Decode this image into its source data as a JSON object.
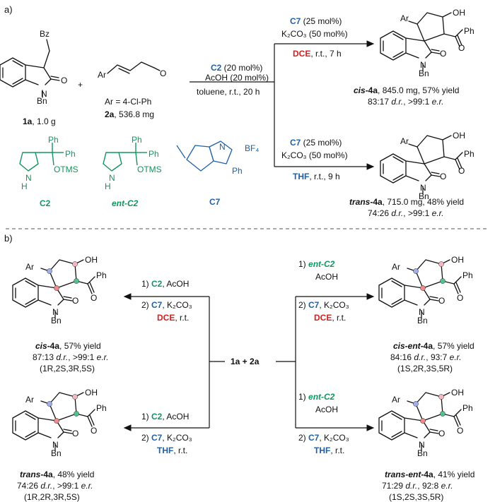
{
  "part_a": {
    "label": "a)",
    "reactant1": {
      "sub": "Bz",
      "id": "1a",
      "amount": ", 1.0 g"
    },
    "plus": "+",
    "reactant2": {
      "sub": "Ar",
      "ar_def": "Ar = 4-Cl-Ph",
      "id": "2a",
      "amount": ", 536.8 mg"
    },
    "step1": {
      "cat": "C2",
      "cat_amt": " (20 mol%)",
      "line2": "AcOH (20 mol%)",
      "line3": "toluene, r.t., 20 h"
    },
    "upper": {
      "cat": "C7",
      "cat_amt": " (25 mol%)",
      "base": "K₂CO₃ (50 mol%)",
      "solvent": "DCE",
      "cond": ", r.t., 7 h",
      "product_prefix": "cis",
      "product_id": "-4a",
      "result": ", 845.0 mg, 57% yield",
      "dr": "83:17",
      "er": ">99:1"
    },
    "lower": {
      "cat": "C7",
      "cat_amt": " (25 mol%)",
      "base": "K₂CO₃ (50 mol%)",
      "solvent": "THF",
      "cond": ", r.t., 9 h",
      "product_prefix": "trans",
      "product_id": "-4a",
      "result": ", 715.0 mg, 48% yield",
      "dr": "74:26",
      "er": ">99:1"
    },
    "catalysts": [
      {
        "name": "C2",
        "ph1": "Ph",
        "ph2": "Ph",
        "otms": "OTMS",
        "nh": "H"
      },
      {
        "name": "ent-C2",
        "ph1": "Ph",
        "ph2": "Ph",
        "otms": "OTMS",
        "nh": "H"
      },
      {
        "name": "C7",
        "bf4": "BF₄",
        "ph": "Ph"
      }
    ],
    "dr_label": "d.r.",
    "er_label": "e.r."
  },
  "part_b": {
    "label": "b)",
    "center": "1a + 2a",
    "ul": {
      "cond1": "1) ",
      "cat1": "C2",
      "cond1b": ", AcOH",
      "cond2": "2) ",
      "cat2": "C7",
      "cond2b": ", K₂CO₃",
      "solvent": "DCE",
      "solvent_tail": ", r.t.",
      "prefix": "cis",
      "id": "-4a",
      "yield": ", 57% yield",
      "dr": "87:13",
      "er": ">99:1",
      "config": "(1R,2S,3R,5S)"
    },
    "ll": {
      "cond1": "1) ",
      "cat1": "C2",
      "cond1b": ", AcOH",
      "cond2": "2) ",
      "cat2": "C7",
      "cond2b": ", K₂CO₃",
      "solvent": "THF",
      "solvent_tail": ", r.t.",
      "prefix": "trans",
      "id": "-4a",
      "yield": ",  48% yield",
      "dr": "74:26",
      "er": ">99:1",
      "config": "(1R,2R,3R,5S)"
    },
    "ur": {
      "cond1": "1) ",
      "cat1": "ent-C2",
      "cond1b": "AcOH",
      "cond2": "2) ",
      "cat2": "C7",
      "cond2b": ", K₂CO₃",
      "solvent": "DCE",
      "solvent_tail": ", r.t.",
      "prefix": "cis-ent",
      "id": "-4a",
      "yield": ", 57% yield",
      "dr": "84:16",
      "er": "93:7",
      "config": "(1S,2R,3S,5R)"
    },
    "lr": {
      "cond1": "1) ",
      "cat1": "ent-C2",
      "cond1b": "AcOH",
      "cond2": "2) ",
      "cat2": "C7",
      "cond2b": ", K₂CO₃",
      "solvent": "THF",
      "solvent_tail": ", r.t.",
      "prefix": "trans-ent",
      "id": "-4a",
      "yield": ", 41% yield",
      "dr": "71:29",
      "er": "92:8",
      "config": "(1S,2S,3S,5R)"
    },
    "atoms": {
      "ar": "Ar",
      "oh": "OH",
      "ph": "Ph",
      "n": "N",
      "o": "O",
      "bn": "Bn"
    },
    "dr_label": "d.r.",
    "er_label": "e.r."
  },
  "colors": {
    "blue": "#1f5fa8",
    "green": "#13955f",
    "red": "#d42020",
    "dot_blue": "#9fb0e8",
    "dot_red": "#f08a8a",
    "dot_green": "#4ec28a",
    "dot_pink": "#f2b7bf"
  }
}
